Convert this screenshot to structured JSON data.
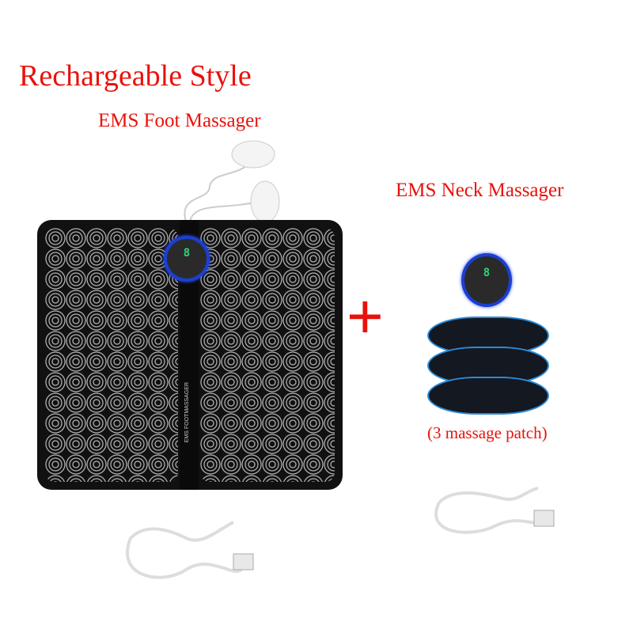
{
  "title": "Rechargeable Style",
  "foot_label": "EMS Foot Massager",
  "neck_label": "EMS Neck Massager",
  "patch_note": "(3 massage patch)",
  "mat_text": "EMS FOOTMASSAGER",
  "display_digit": "8",
  "colors": {
    "label": "#e8120c",
    "ring": "#1c3fd0",
    "display": "#2fd47a"
  }
}
